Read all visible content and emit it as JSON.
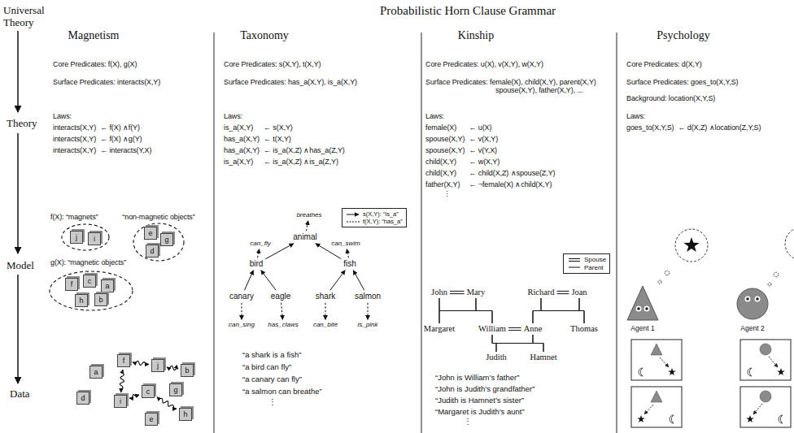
{
  "diagram": {
    "title": "Probabilistic Horn Clause Grammar",
    "nodes": [
      {
        "text": [
          "f(X): “magnets”"
        ]
      },
      {
        "text": [
          "j"
        ],
        "in": 0
      },
      {
        "text": [
          "i"
        ],
        "in": 0
      },
      {
        "text": [
          "“non-magnetic objects”"
        ]
      },
      {
        "text": [
          "e"
        ],
        "in": 3
      },
      {
        "text": [
          "g"
        ],
        "in": 3
      },
      {
        "text": [
          "d"
        ],
        "in": 3
      },
      {
        "text": [
          "g(X): “magnetic objects”"
        ]
      },
      {
        "text": [
          "f"
        ],
        "in": 7
      },
      {
        "text": [
          "c"
        ],
        "in": 7
      },
      {
        "text": [
          "a"
        ],
        "in": 7
      },
      {
        "text": [
          "h"
        ],
        "in": 7
      },
      {
        "text": [
          "b"
        ],
        "in": 7
      },
      {
        "text": [
          "a"
        ]
      },
      {
        "text": [
          "f"
        ]
      },
      {
        "text": [
          "j"
        ]
      },
      {
        "text": [
          "b"
        ]
      },
      {
        "text": [
          "d"
        ]
      },
      {
        "text": [
          "i"
        ]
      },
      {
        "text": [
          "c"
        ]
      },
      {
        "text": [
          "g"
        ]
      },
      {
        "text": [
          "h"
        ]
      },
      {
        "text": [
          "e"
        ]
      },
      {
        "text": [
          "breathes"
        ]
      },
      {
        "text": [
          "animal"
        ]
      },
      {
        "text": [
          "can_fly"
        ]
      },
      {
        "text": [
          "can_swim"
        ]
      },
      {
        "text": [
          "bird"
        ]
      },
      {
        "text": [
          "fish"
        ]
      },
      {
        "text": [
          "canary"
        ]
      },
      {
        "text": [
          "eagle"
        ]
      },
      {
        "text": [
          "shark"
        ]
      },
      {
        "text": [
          "salmon"
        ]
      },
      {
        "text": [
          "can_sing"
        ]
      },
      {
        "text": [
          "has_claws"
        ]
      },
      {
        "text": [
          "can_bite"
        ]
      },
      {
        "text": [
          "is_pink"
        ]
      },
      {
        "text": [
          "John"
        ]
      },
      {
        "text": [
          "Mary"
        ]
      },
      {
        "text": [
          "Richard"
        ]
      },
      {
        "text": [
          "Joan"
        ]
      },
      {
        "text": [
          "Margaret"
        ]
      },
      {
        "text": [
          "William"
        ]
      },
      {
        "text": [
          "Anne"
        ]
      },
      {
        "text": [
          "Thomas"
        ]
      },
      {
        "text": [
          "Judith"
        ]
      },
      {
        "text": [
          "Hamnet"
        ]
      }
    ],
    "edges": [
      {
        "from": 14,
        "to": 15,
        "arrow": "both"
      },
      {
        "from": 15,
        "to": 16,
        "arrow": "both"
      },
      {
        "from": 14,
        "to": 18,
        "arrow": "both"
      },
      {
        "from": 18,
        "to": 19,
        "arrow": "both"
      },
      {
        "from": 19,
        "to": 21,
        "arrow": "both"
      },
      {
        "from": 27,
        "to": 24,
        "arrow": "to"
      },
      {
        "from": 28,
        "to": 24,
        "arrow": "to"
      },
      {
        "from": 29,
        "to": 27,
        "arrow": "to"
      },
      {
        "from": 30,
        "to": 27,
        "arrow": "to"
      },
      {
        "from": 31,
        "to": 28,
        "arrow": "to"
      },
      {
        "from": 32,
        "to": 28,
        "arrow": "to"
      },
      {
        "from": 24,
        "to": 23,
        "arrow": "to"
      },
      {
        "from": 27,
        "to": 25,
        "arrow": "to"
      },
      {
        "from": 28,
        "to": 26,
        "arrow": "to"
      },
      {
        "from": 29,
        "to": 33,
        "arrow": "to"
      },
      {
        "from": 30,
        "to": 34,
        "arrow": "to"
      },
      {
        "from": 31,
        "to": 35,
        "arrow": "to"
      },
      {
        "from": 32,
        "to": 36,
        "arrow": "to"
      },
      {
        "from": 37,
        "to": 38,
        "arrow": "none"
      },
      {
        "from": 39,
        "to": 40,
        "arrow": "none"
      },
      {
        "from": 42,
        "to": 43,
        "arrow": "none"
      },
      {
        "from": 37,
        "to": 41,
        "arrow": "none"
      },
      {
        "from": 38,
        "to": 41,
        "arrow": "none"
      },
      {
        "from": 37,
        "to": 42,
        "arrow": "none"
      },
      {
        "from": 38,
        "to": 42,
        "arrow": "none"
      },
      {
        "from": 39,
        "to": 43,
        "arrow": "none"
      },
      {
        "from": 40,
        "to": 43,
        "arrow": "none"
      },
      {
        "from": 39,
        "to": 44,
        "arrow": "none"
      },
      {
        "from": 40,
        "to": 44,
        "arrow": "none"
      },
      {
        "from": 42,
        "to": 45,
        "arrow": "none"
      },
      {
        "from": 43,
        "to": 45,
        "arrow": "none"
      },
      {
        "from": 42,
        "to": 46,
        "arrow": "none"
      },
      {
        "from": 43,
        "to": 46,
        "arrow": "none"
      }
    ],
    "labels": [
      "Universal Theory",
      "Theory",
      "Model",
      "Data",
      "Magnetism",
      "Taxonomy",
      "Kinship",
      "Psychology",
      "Core Predicates: f(X), g(X)",
      "Surface Predicates: interacts(X,Y)",
      "Laws:",
      "interacts(X,Y)",
      "← f(X) ∧f(Y)",
      "interacts(X,Y)",
      "← f(X) ∧g(Y)",
      "interacts(X,Y)",
      "← interacts(Y,X)",
      "Core Predicates: s(X,Y), t(X,Y)",
      "Surface Predicates: has_a(X,Y), is_a(X,Y)",
      "Laws:",
      "is_a(X,Y)",
      "← s(X,Y)",
      "has_a(X,Y)",
      "← t(X,Y)",
      "has_a(X,Y)",
      "← is_a(X,Z) ∧has_a(Z,Y)",
      "is_a(X,Y)",
      "← is_a(X,Z) ∧is_a(Z,Y)",
      "“a shark is a fish”",
      "“a bird can fly”",
      "“a canary can fly”",
      "“a salmon can breathe”",
      "⋮",
      "Core Predicates: u(X), v(X,Y), w(X,Y)",
      "Surface Predicates: female(X), child(X,Y), parent(X,Y) spouse(X,Y), father(X,Y), ...",
      "Laws:",
      "female(X)",
      "← u(X)",
      "spouse(X,Y)",
      "← v(X,Y)",
      "spouse(X,Y)",
      "← v(Y,X)",
      "child(X,Y)",
      "← w(X,Y)",
      "child(X,Y)",
      "← child(X,Z) ∧spouse(Z,Y)",
      "father(X,Y)",
      "← ¬female(X) ∧child(X,Y)",
      "⋮",
      "“John is William’s father”",
      "“John is Judith’s grandfather”",
      "“Judith is Hamnet’s sister”",
      "“Margaret is Judith’s aunt”",
      "⋮",
      "Core Predicates: d(X,Y)",
      "Surface Predicates: goes_to(X,Y,S)",
      "Background: location(X,Y,S)",
      "Laws:",
      "goes_to(X,Y,S)",
      "← d(X,Z) ∧location(Z,Y,S)",
      "Agent 1",
      "Agent 2"
    ],
    "legend": [
      {
        "text": "s(X,Y): “is_a”"
      },
      {
        "text": "f(X,Y): “has_a”"
      },
      {
        "text": "Spouse"
      },
      {
        "text": "Parent"
      }
    ]
  }
}
